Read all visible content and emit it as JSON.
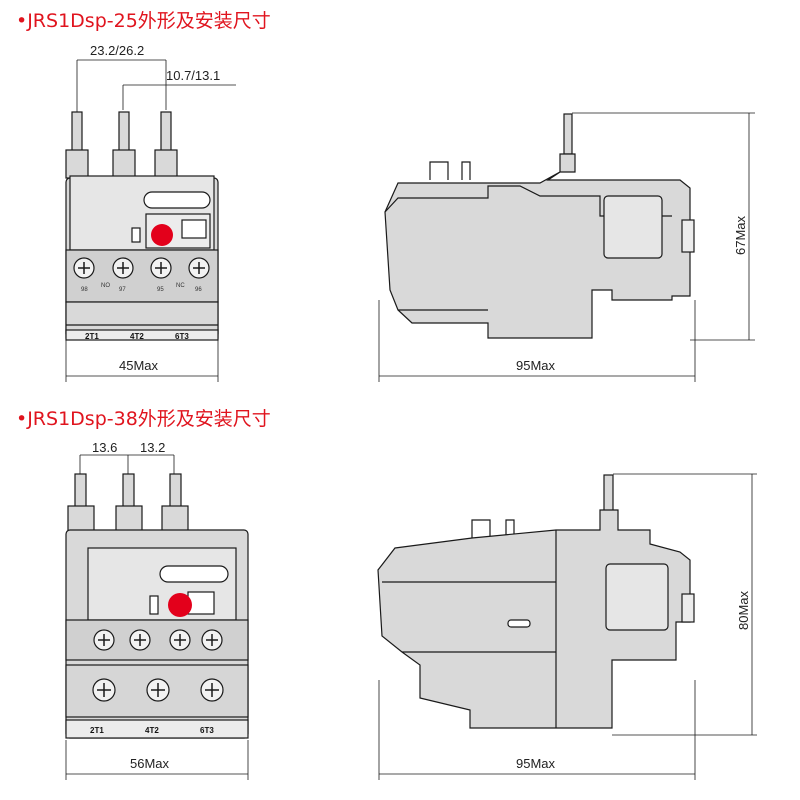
{
  "section1": {
    "title": "•JRS1Dsp-25外形及安装尺寸",
    "front": {
      "top_dim": "23.2/26.2",
      "second_dim": "10.7/13.1",
      "width_dim": "45Max",
      "terminal_numbers": [
        "98",
        "NO",
        "97",
        "95",
        "NC",
        "96"
      ],
      "terminal_labels": [
        "2T1",
        "4T2",
        "6T3"
      ]
    },
    "side": {
      "width_dim": "95Max",
      "height_dim": "67Max"
    }
  },
  "section2": {
    "title": "•JRS1Dsp-38外形及安装尺寸",
    "front": {
      "dim_left": "13.6",
      "dim_right": "13.2",
      "width_dim": "56Max",
      "terminal_labels": [
        "2T1",
        "4T2",
        "6T3"
      ]
    },
    "side": {
      "width_dim": "95Max",
      "height_dim": "80Max"
    }
  },
  "colors": {
    "title": "#e0141e",
    "reset_button": "#e3001b",
    "body_fill": "#d9d9d9",
    "outline": "#1a1a1a"
  }
}
